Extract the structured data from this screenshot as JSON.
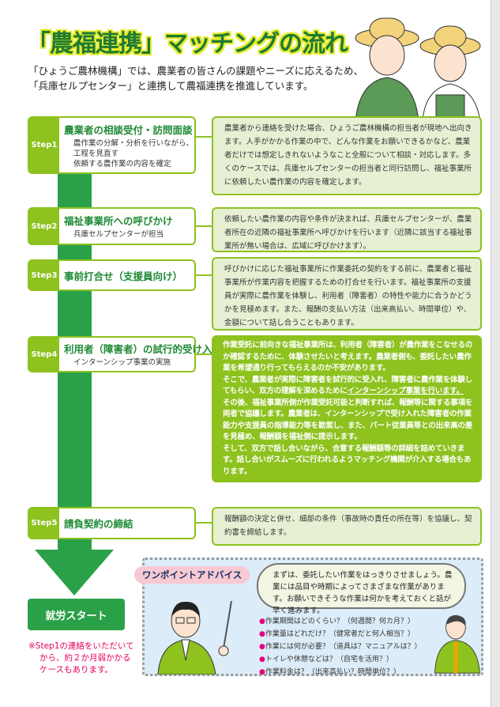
{
  "title": "「農福連携」マッチングの流れ",
  "intro": [
    "「ひょうご農林機構」では、農業者の皆さんの課題やニーズに応えるため、",
    "「兵庫セルプセンター」と連携して農福連携を推進しています。"
  ],
  "steps": [
    {
      "label": "Step1",
      "heading": "農業者の相談受付・訪問面談",
      "sub": [
        "農作業の分解・分析を行いながら、",
        "工程を見直す",
        "依頼する農作業の内容を確定"
      ],
      "desc": "農業者から連絡を受けた場合、ひょうご農林機構の担当者が現地へ出向きます。人手がかかる作業の中で、どんな作業をお願いできるかなど、農業者だけでは想定しきれないようなこと全般について相談・対応します。多くのケースでは、兵庫セルプセンターの担当者と同行訪問し、福祉事業所に依頼したい農作業の内容を確定します。"
    },
    {
      "label": "Step2",
      "heading": "福祉事業所への呼びかけ",
      "sub": [
        "兵庫セルプセンターが担当"
      ],
      "desc": "依頼したい農作業の内容や条件が決まれば、兵庫セルプセンターが、農業者所在の近隣の福祉事業所へ呼びかけを行います（近隣に該当する福祉事業所が無い場合は、広域に呼びかけます）。"
    },
    {
      "label": "Step3",
      "heading": "事前打合せ（支援員向け）",
      "sub": [],
      "desc": "呼びかけに応じた福祉事業所に作業委託の契約をする前に、農業者と福祉事業所が作業内容を把握するための打合せを行います。福祉事業所の支援員が実際に農作業を体験し、利用者（障害者）の特性や能力に合うかどうかを見極めます。また、報酬の支払い方法（出来高払い、時間単位）や、金額について話し合うこともあります。"
    },
    {
      "label": "Step4",
      "heading": "利用者（障害者）の試行的受け入れ",
      "sub": [
        "インターンシップ事業の実施"
      ],
      "desc_parts": [
        "作業受託に前向きな福祉事業所は、利用者（障害者）が農作業をこなせるのか確認するために、体験させたいと考えます。農業者側も、委託したい農作業を希望通り行ってもらえるのか不安があります。",
        "そこで、農業者が実際に障害者を試行的に受入れ、障害者に農作業を体験してもらい、双方の理解を深めるために",
        "インターンシップ事業を行います。",
        "その後、福祉事業所側が作業受託可能と判断すれば、報酬等に関する事項を両者で協議します。農業者は、インターンシップで受け入れた障害者の作業能力や支援員の指導能力等を勘案し、また、パート従業員等との出来高の差を見極め、報酬額を福祉側に提示します。",
        "そして、双方で話し合いながら、合意する報酬額等の詳細を詰めていきます。話し合いがスムーズに行われるようマッチング機関が介入する場合もあります。"
      ]
    },
    {
      "label": "Step5",
      "heading": "請負契約の締結",
      "sub": [],
      "desc": "報酬額の決定と併せ、細部の条件（事故時の責任の所在等）を協議し、契約書を締結します。"
    }
  ],
  "start_label": "就労スタート",
  "note": [
    "※Step1の連絡をいただいて",
    "から、約２か月弱かかる",
    "ケースもあります。"
  ],
  "advice": {
    "badge": "ワンポイントアドバイス",
    "bubble": "まずは、委託したい作業をはっきりさせましょう。農業には品目や時期によってさまざまな作業があります。お願いできそうな作業は何かを考えておくと話が早く進みます。",
    "items": [
      "作業期間はどのくらい？（何週間？何カ月？）",
      "作業量はどれだけ？（健常者だと何人相当？）",
      "作業には何が必要？（道具は？マニュアルは？）",
      "トイレや休憩などは？（自宅を活用？）",
      "作業料金は？（出来高払い？時間単位？）"
    ]
  },
  "colors": {
    "green": "#2aa148",
    "light_green": "#8dc21f",
    "pink": "#e6005f"
  }
}
